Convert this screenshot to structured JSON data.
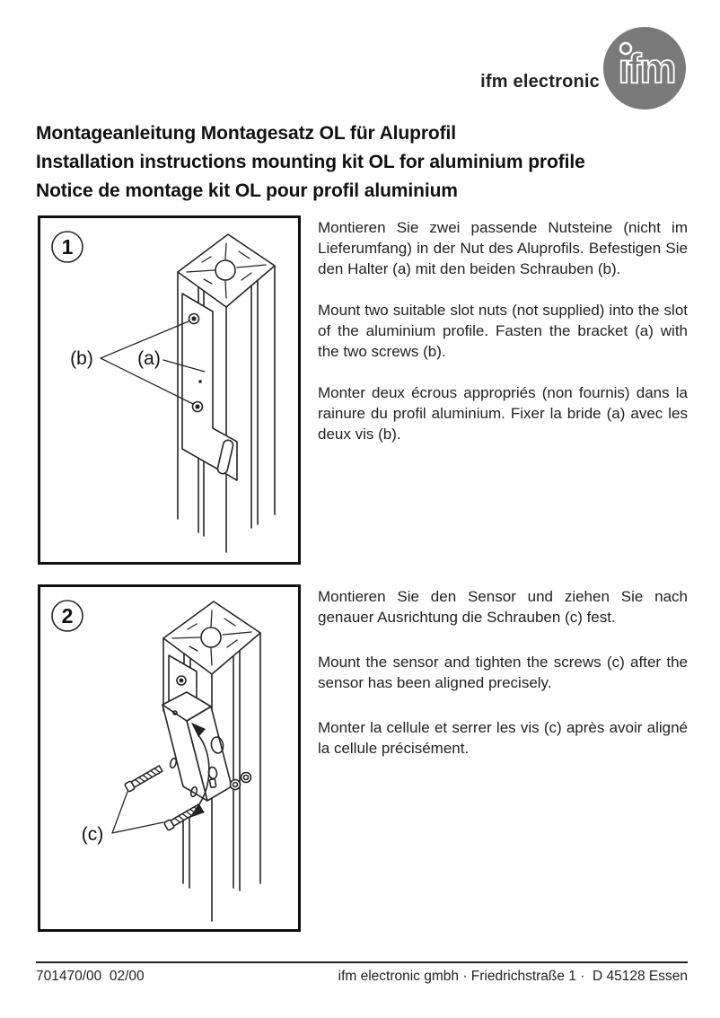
{
  "brand": {
    "name": "ifm electronic",
    "logo_monogram": "ıfm"
  },
  "title": {
    "de": "Montageanleitung Montagesatz OL für Aluprofil",
    "en": "Installation instructions mounting kit OL for aluminium profile",
    "fr": "Notice de montage kit OL pour profil aluminium"
  },
  "steps": [
    {
      "number": "1",
      "label_a": "(a)",
      "label_b": "(b)",
      "text_de": "Montieren Sie zwei passende Nutsteine (nicht im Lieferumfang) in der Nut des Aluprofils. Befestigen Sie den Halter (a) mit den beiden Schrauben (b).",
      "text_en": "Mount two suitable slot nuts (not supplied) into the slot of the aluminium profile. Fasten the bracket (a) with the two screws (b).",
      "text_fr": "Monter deux écrous appropriés (non fournis) dans la rainure du profil aluminium. Fixer la bride (a) avec les deux vis (b)."
    },
    {
      "number": "2",
      "label_c": "(c)",
      "text_de": "Montieren Sie den Sensor und ziehen Sie nach genauer Ausrichtung die Schrauben (c) fest.",
      "text_en": "Mount the sensor and tighten the screws (c) after the sensor has been aligned precisely.",
      "text_fr": "Monter la cellule et serrer les vis (c) après avoir aligné la cellule précisément."
    }
  ],
  "footer": {
    "doc_number": "701470/00  02/00",
    "company": "ifm electronic gmbh · Friedrichstraße 1 ·  D 45128 Essen"
  },
  "colors": {
    "logo_gray": "#7a7a7a",
    "ink": "#1a1a1a"
  }
}
